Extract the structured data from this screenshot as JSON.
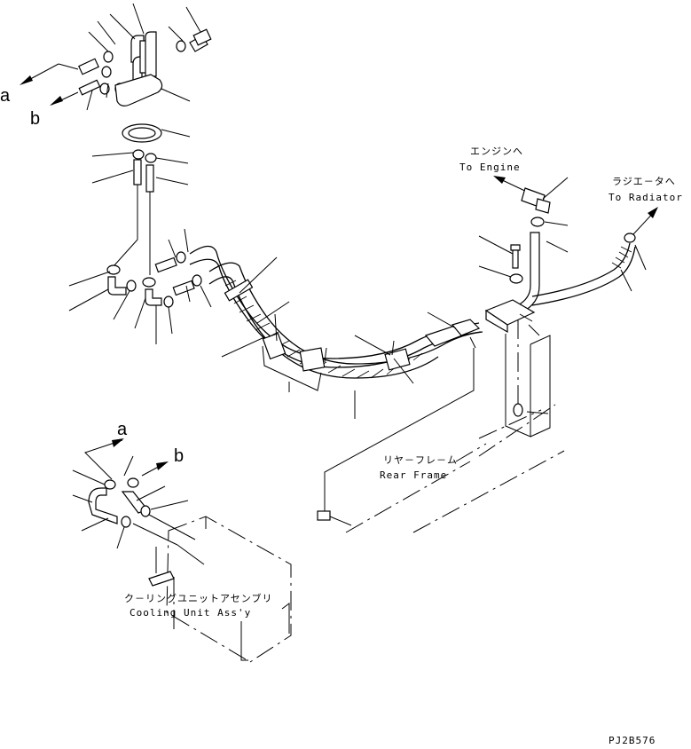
{
  "labels": {
    "a_top": "a",
    "b_top": "b",
    "a_bottom": "a",
    "b_bottom": "b",
    "to_engine_jp": "エンジンへ",
    "to_engine_en": "To Engine",
    "to_radiator_jp": "ラジエ－タへ",
    "to_radiator_en": "To Radiator",
    "rear_frame_jp": "リヤ－フレ－ム",
    "rear_frame_en": "Rear Frame",
    "cooling_unit_jp": "ク－リングユニットアセンブリ",
    "cooling_unit_en": "Cooling Unit Ass'y",
    "drawing_code": "PJ2B576"
  }
}
